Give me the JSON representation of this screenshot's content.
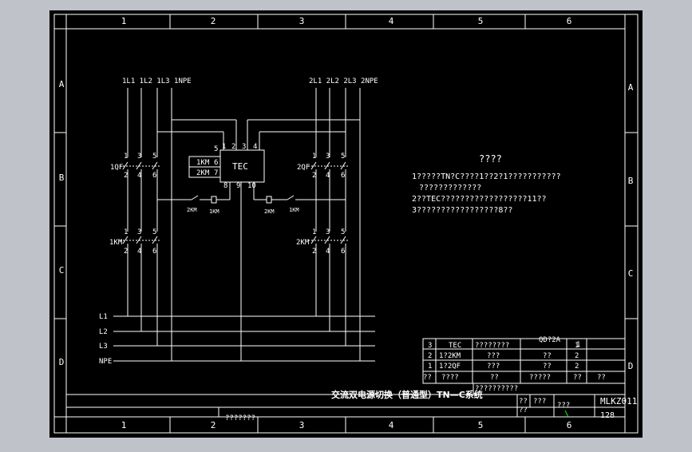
{
  "colors": {
    "page_background": "#bfc3c9",
    "canvas_background": "#000000",
    "line": "#ffffff",
    "accent_green": "#00ff00"
  },
  "zones": {
    "columns": [
      "1",
      "2",
      "3",
      "4",
      "5",
      "6"
    ],
    "rows": [
      "A",
      "B",
      "C",
      "D"
    ]
  },
  "diagram": {
    "source1_label": "1L1 1L2 1L3 1NPE",
    "source2_label": "2L1 2L2 2L3 2NPE",
    "qf1": "1QF",
    "qf2": "2QF",
    "km1": "1KM",
    "km2": "2KM",
    "tec": "TEC",
    "interlock_1km": "1KM",
    "interlock_2km": "2KM",
    "pin_6": "6",
    "pin_7": "7",
    "pin_5": "5",
    "pin_1": "1",
    "pin_2": "2",
    "pin_3": "3",
    "pin_4": "4",
    "pin_8": "8",
    "pin_9": "9",
    "pin_10": "10",
    "coil_left_a": "2KM",
    "coil_left_b": "1KM",
    "coil_right_a": "2KM",
    "coil_right_b": "1KM",
    "pole_top": [
      "1",
      "3",
      "5"
    ],
    "pole_bottom": [
      "2",
      "4",
      "6"
    ],
    "bus": [
      "L1",
      "L2",
      "L3",
      "NPE"
    ]
  },
  "notes": {
    "title": "????",
    "line1": "1?????TN?C????1??2?1???????????",
    "line2": "?????????????",
    "line3": "2??TEC??????????????????11??",
    "line4": "3?????????????????8??"
  },
  "bom": {
    "header_code": "QD?2A",
    "header_num": "1",
    "rows": [
      [
        "3",
        "TEC",
        "????????",
        "",
        "1",
        ""
      ],
      [
        "2",
        "1?2KM",
        "???",
        "??",
        "2",
        ""
      ],
      [
        "1",
        "1?2QF",
        "???",
        "??",
        "2",
        ""
      ],
      [
        "??",
        "????",
        "??",
        "?????",
        "??",
        "??"
      ]
    ]
  },
  "title_block": {
    "drawing_title": "交流双电源切换（普通型）TN—C系统",
    "label_a": "??????????",
    "label_b": "??",
    "label_c": "???",
    "label_d": "??",
    "label_e": "???",
    "code": "MLKZ011",
    "sheet": "128",
    "company": "???????"
  }
}
